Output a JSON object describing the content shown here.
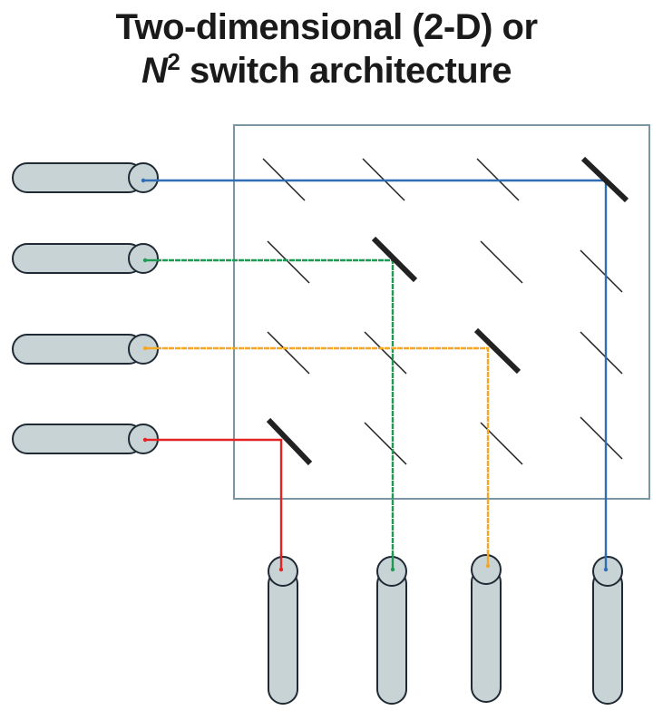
{
  "title": {
    "line1": "Two-dimensional (2-D) or",
    "var": "N",
    "exp": "2",
    "rest": " switch architecture"
  },
  "colors": {
    "fiber_fill": "#c8d3d6",
    "fiber_stroke": "#1f2a35",
    "box_stroke": "#7a96a4",
    "mirror": "#222222",
    "blue": "#2f6db5",
    "green": "#1e9a55",
    "orange": "#f5a623",
    "red": "#e32323"
  },
  "diagram": {
    "grid_size": 4,
    "input_fibers": 4,
    "output_fibers": 4,
    "active_mirrors": [
      {
        "row": 0,
        "col": 3,
        "signal": "blue"
      },
      {
        "row": 1,
        "col": 1,
        "signal": "green"
      },
      {
        "row": 2,
        "col": 2,
        "signal": "orange"
      },
      {
        "row": 3,
        "col": 0,
        "signal": "red"
      }
    ]
  }
}
